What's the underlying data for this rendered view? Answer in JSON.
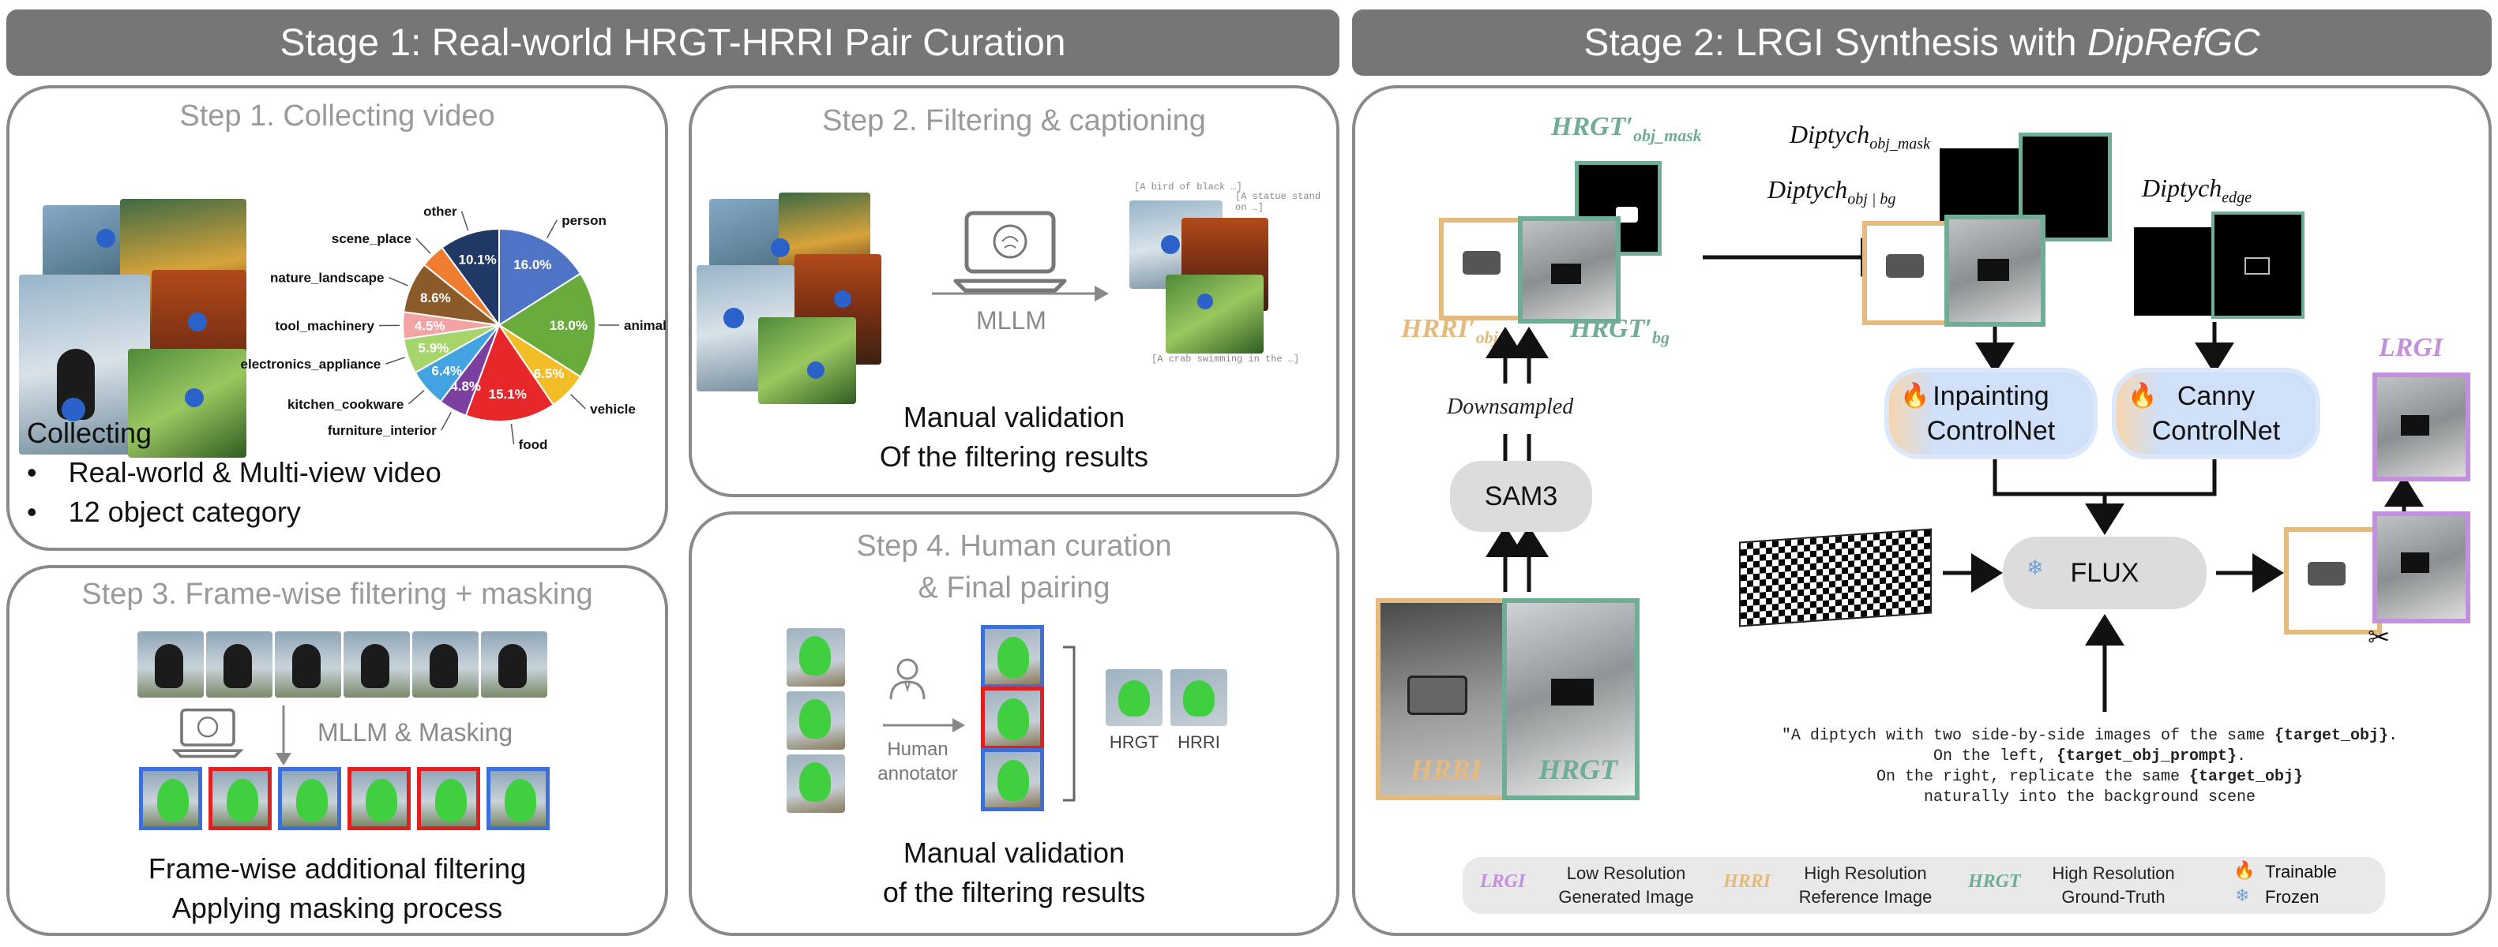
{
  "stage1": {
    "banner": "Stage 1: Real-world HRGT-HRRI Pair Curation"
  },
  "stage2": {
    "banner_prefix": "Stage 2: LRGI Synthesis with ",
    "banner_method": "DipRefGC"
  },
  "step1": {
    "title": "Step 1. Collecting video",
    "heading": "Collecting",
    "bullets": [
      "Real-world & Multi-view video",
      "12 object category"
    ],
    "pie": {
      "slices": [
        {
          "label": "person",
          "value": 16.0,
          "pct": "16.0%",
          "color": "#4f74c6"
        },
        {
          "label": "animal",
          "value": 18.0,
          "pct": "18.0%",
          "color": "#6aab3e"
        },
        {
          "label": "vehicle",
          "value": 6.5,
          "pct": "6.5%",
          "color": "#f2bd26"
        },
        {
          "label": "food",
          "value": 15.1,
          "pct": "15.1%",
          "color": "#e8272b"
        },
        {
          "label": "furniture_interior",
          "value": 4.8,
          "pct": "4.8%",
          "color": "#7b3fa0"
        },
        {
          "label": "kitchen_cookware",
          "value": 6.4,
          "pct": "6.4%",
          "color": "#43a3e0"
        },
        {
          "label": "electronics_appliance",
          "value": 5.9,
          "pct": "5.9%",
          "color": "#a6d66b"
        },
        {
          "label": "tool_machinery",
          "value": 4.5,
          "pct": "4.5%",
          "color": "#f3a3a3"
        },
        {
          "label": "nature_landscape",
          "value": 8.6,
          "pct": "8.6%",
          "color": "#8a5a28"
        },
        {
          "label": "scene_place",
          "value": 4.1,
          "pct": "",
          "color": "#f07c30"
        },
        {
          "label": "other",
          "value": 10.1,
          "pct": "10.1%",
          "color": "#1f3864"
        }
      ]
    }
  },
  "step2": {
    "title": "Step 2. Filtering & captioning",
    "model_label": "MLLM",
    "captions": [
      "[A bird of black …]",
      "[A statue stand on …]",
      "[A crab swimming in the …]"
    ],
    "text_line1": "Manual validation",
    "text_line2": "Of the filtering results"
  },
  "step3": {
    "title": "Step 3. Frame-wise filtering + masking",
    "model_label": "MLLM & Masking",
    "frame_borders": [
      "#3d6fd8",
      "#e02020",
      "#3d6fd8",
      "#e02020",
      "#e02020",
      "#3d6fd8"
    ],
    "text_line1": "Frame-wise additional filtering",
    "text_line2": "Applying masking process"
  },
  "step4": {
    "title_line1": "Step 4. Human curation",
    "title_line2": "& Final pairing",
    "annotator_line1": "Human",
    "annotator_line2": "annotator",
    "selected_borders": [
      "#3d6fd8",
      "#e02020",
      "#3d6fd8"
    ],
    "pair_labels": [
      "HRGT",
      "HRRI"
    ],
    "text_line1": "Manual validation",
    "text_line2": "of the filtering results"
  },
  "colors": {
    "lrgi": "#c48fdc",
    "hrri": "#e6b97c",
    "hrgt": "#6fae94",
    "banner": "#767676",
    "blue_node": "#cfe0f8"
  },
  "diagram": {
    "hrgt_obj_mask": "HRGT′",
    "hrgt_obj_mask_sub": "obj_mask",
    "hrri_obj": "HRRI′",
    "hrri_obj_sub": "obj",
    "hrgt_bg": "HRGT′",
    "hrgt_bg_sub": "bg",
    "diptych_obj_mask": "Diptych",
    "diptych_obj_mask_sub": "obj_mask",
    "diptych_obj_bg": "Diptych",
    "diptych_obj_bg_sub": "obj | bg",
    "diptych_edge": "Diptych",
    "diptych_edge_sub": "edge",
    "downsampled": "Downsampled",
    "sam3": "SAM3",
    "inpainting_line1": "Inpainting",
    "inpainting_line2": "ControlNet",
    "canny_line1": "Canny",
    "canny_line2": "ControlNet",
    "flux": "FLUX",
    "lrgi": "LRGI",
    "hrri": "HRRI",
    "hrgt": "HRGT",
    "prompt_lines": [
      [
        "\"A diptych with two side-by-side images of the same ",
        "{target_obj}",
        "."
      ],
      [
        "On the left, ",
        "{target_obj_prompt}",
        "."
      ],
      [
        "On the right, replicate the same ",
        "{target_obj}",
        ""
      ],
      [
        "naturally into the background scene",
        "",
        ""
      ]
    ],
    "fire_icon": "🔥",
    "snow_icon": "❄",
    "scissors_icon": "✂"
  },
  "legend": {
    "lrgi_abbr": "LRGI",
    "lrgi_line1": "Low Resolution",
    "lrgi_line2": "Generated Image",
    "hrri_abbr": "HRRI",
    "hrri_line1": "High Resolution",
    "hrri_line2": "Reference Image",
    "hrgt_abbr": "HRGT",
    "hrgt_line1": "High Resolution",
    "hrgt_line2": "Ground-Truth",
    "trainable": "Trainable",
    "frozen": "Frozen"
  }
}
